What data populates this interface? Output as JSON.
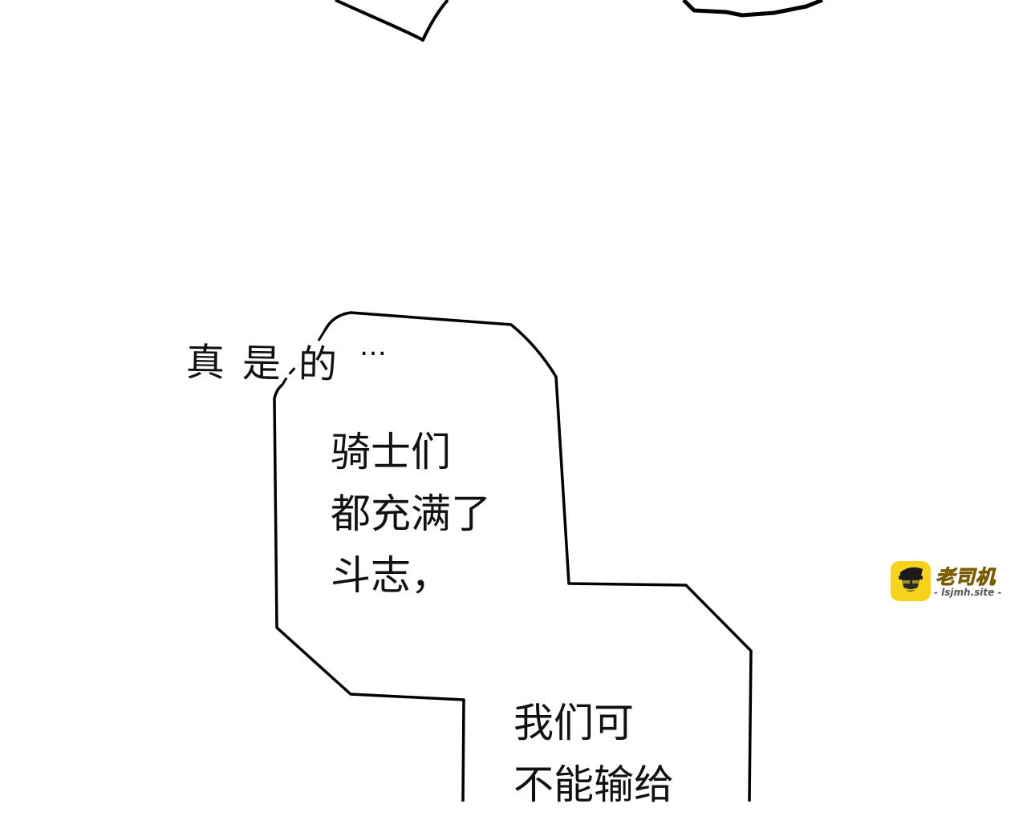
{
  "page": {
    "type": "comic-panel",
    "background": "#ffffff"
  },
  "narration": {
    "text": "真是的",
    "ellipsis": "…"
  },
  "speech_bubble": {
    "line_1": "骑士们\n都充满了\n斗志，",
    "line_2": "我们可\n不能输给"
  },
  "watermark": {
    "title": "老司机",
    "url": "- lsjmh.site -",
    "badge_color": "#f6d21a",
    "icon": "driver-mascot-icon"
  }
}
